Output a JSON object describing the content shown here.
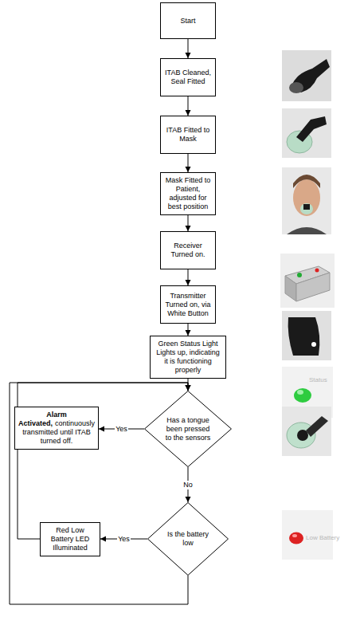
{
  "diagram": {
    "nodes": [
      {
        "text": [
          "Start"
        ]
      },
      {
        "text": [
          "ITAB Cleaned, Seal Fitted"
        ]
      },
      {
        "text": [
          "ITAB Fitted to Mask"
        ]
      },
      {
        "text": [
          "Mask Fitted to Patient, adjusted for best position"
        ]
      },
      {
        "text": [
          "Receiver Turned on."
        ]
      },
      {
        "text": [
          "Transmitter Turned on, via White Button"
        ]
      },
      {
        "text": [
          "Green Status Light Lights up, indicating it is functioning properly"
        ]
      },
      {
        "text": [
          "Has a tongue been pressed to the sensors"
        ]
      },
      {
        "text": [
          "Alarm Activated,",
          "continuously transmitted until ITAB turned off."
        ]
      },
      {
        "text": [
          "Is the battery low"
        ]
      },
      {
        "text": [
          "Red Low Battery LED Illuminated"
        ]
      }
    ],
    "edges": [
      {
        "from": 0,
        "to": 1,
        "arrow": "to"
      },
      {
        "from": 1,
        "to": 2,
        "arrow": "to"
      },
      {
        "from": 2,
        "to": 3,
        "arrow": "to"
      },
      {
        "from": 3,
        "to": 4,
        "arrow": "to"
      },
      {
        "from": 4,
        "to": 5,
        "arrow": "to"
      },
      {
        "from": 5,
        "to": 6,
        "arrow": "to"
      },
      {
        "from": 6,
        "to": 7,
        "arrow": "to"
      },
      {
        "from": 7,
        "to": 8,
        "label": "Yes",
        "arrow": "to"
      },
      {
        "from": 7,
        "to": 9,
        "label": "No",
        "arrow": "to"
      },
      {
        "from": 9,
        "to": 10,
        "label": "Yes",
        "arrow": "to"
      },
      {
        "from": 10,
        "to": 7,
        "arrow": "to"
      },
      {
        "from": 9,
        "to": 7,
        "arrow": "to"
      }
    ],
    "labels": [
      "Status",
      "Low Battery"
    ]
  }
}
